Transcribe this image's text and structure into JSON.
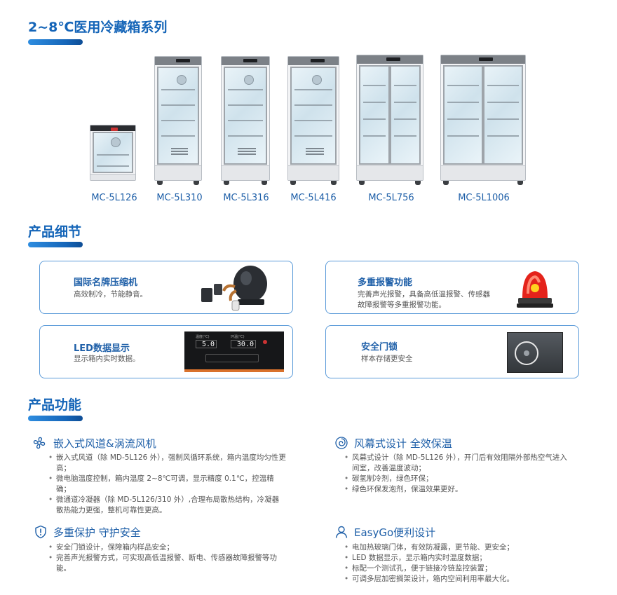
{
  "sections": {
    "series_title": "2~8℃医用冷藏箱系列",
    "details_title": "产品细节",
    "features_title": "产品功能"
  },
  "models": [
    "MC-5L126",
    "MC-5L310",
    "MC-5L316",
    "MC-5L416",
    "MC-5L756",
    "MC-5L1006"
  ],
  "details": [
    {
      "title": "国际名牌压缩机",
      "desc": "高效制冷，节能静音。"
    },
    {
      "title": "多重报警功能",
      "desc": "完善声光报警，具备高低温报警、传感器故障报警等多重报警功能。"
    },
    {
      "title": "LED数据显示",
      "desc": "显示箱内实时数据。"
    },
    {
      "title": "安全门锁",
      "desc": "样本存储更安全"
    }
  ],
  "led_panel": {
    "label1": "温度(℃)",
    "value1": "5.0",
    "label2": "环温(℃)",
    "value2": "30.0"
  },
  "features": [
    {
      "icon": "fan-icon",
      "title": "嵌入式风道&涡流风机",
      "items": [
        "嵌入式风道（除 MD-5L126 外），强制风循环系统，箱内温度均匀性更高；",
        "微电脑温度控制，箱内温度 2~8℃可调，显示精度 0.1℃，控温精确；",
        "微通道冷凝器（除 MD-5L126/310 外）,合理布局散热结构，冷凝器散热能力更强，整机可靠性更高。"
      ]
    },
    {
      "icon": "swirl-icon",
      "title": "风幕式设计 全效保温",
      "items": [
        "风幕式设计（除 MD-5L126 外），开门后有效阻隔外部热空气进入间室，改善温度波动；",
        "碳氢制冷剂，绿色环保；",
        "绿色环保发泡剂，保温效果更好。"
      ]
    },
    {
      "icon": "shield-icon",
      "title": "多重保护 守护安全",
      "items": [
        "安全门锁设计，保障箱内样品安全；",
        "完善声光报警方式，可实现高低温报警、断电、传感器故障报警等功能。"
      ]
    },
    {
      "icon": "user-icon",
      "title": "EasyGo便利设计",
      "items": [
        "电加热玻璃门体，有效防凝露，更节能、更安全；",
        "LED 数据显示，显示箱内实时温度数据；",
        "标配一个测试孔，便于链接冷链监控装置；",
        "可调多层加密搁架设计，箱内空间利用率最大化。"
      ]
    }
  ],
  "colors": {
    "accent": "#1e5fa8",
    "card_border": "#5b9bd9"
  }
}
